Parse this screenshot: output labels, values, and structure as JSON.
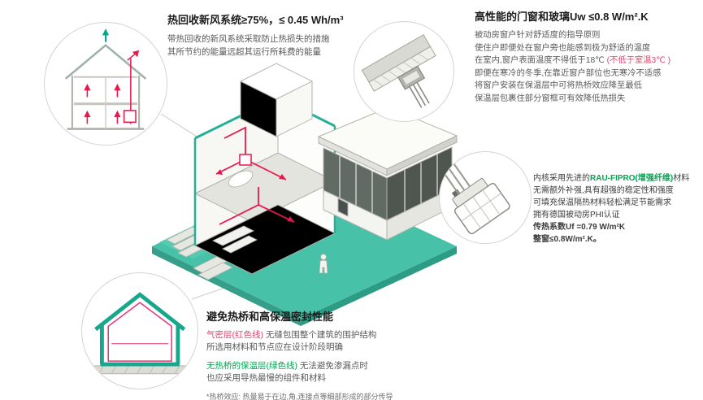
{
  "colors": {
    "teal_accent": "#00a88e",
    "ground_teal": "#47c2a8",
    "green_text": "#00a651",
    "red_accent": "#e8184c",
    "red_text": "#e5426e",
    "heading_text": "#1c1c1c",
    "body_text": "#5a5a5a"
  },
  "ventilation": {
    "title": "热回收新风系统≥75%，≤ 0.45 Wh/m³",
    "line1": "带热回收的新风系统采取防止热损失的措施",
    "line2": "其所节约的能量远超其运行所耗费的能量"
  },
  "windows": {
    "title": "高性能的门窗和玻璃Uw ≤0.8 W/m².K",
    "line1": "被动房窗户针对舒适度的指导原则",
    "line2": "使住户即便处在窗户旁也能感到极为舒适的温度",
    "line3_normal": "在室内,窗户表面温度不得低于18℃ ",
    "line3_red": "(不低于室温3℃ )",
    "line4": "即便在寒冷的冬季,在靠近窗户部位也无寒冷不适感",
    "line5": "将窗户安装在保温层中可将热桥效应降至最低",
    "line6": "保温层包裹住部分窗框可有效降低热损失"
  },
  "material": {
    "line1_prefix": "内核采用先进的",
    "line1_green": "RAU-FIPRO(增强纤维)",
    "line1_suffix": "材料",
    "line2": "无需额外补强,具有超强的稳定性和强度",
    "line3": "可填充保温隔热材料轻松满足节能需求",
    "line4": "拥有德国被动房PHI认证",
    "line5_green": "传热系数Uf =0.79 W/m²K",
    "line6_green": "整窗≤0.8W/m².K。"
  },
  "thermal": {
    "title": "避免热桥和高保温密封性能",
    "red_label": "气密层(红色线)",
    "line1_rest": " 无缝包围整个建筑的围护结构",
    "line2": "所选用材料和节点应在设计阶段明确",
    "green_label": "无热桥的保温层(绿色线)",
    "line3_rest": " 无法避免渗漏点时",
    "line4": "也应采用导热最慢的组件和材料",
    "footnote": "*热桥效应: 热量易于在边,角,连接点等细部形成的部分传导"
  },
  "icons": {
    "circle1": "house-section-ventilation-icon",
    "circle2": "window-installation-detail-icon",
    "circle3": "window-profile-cross-section-icon",
    "circle4": "insulated-envelope-house-icon"
  }
}
